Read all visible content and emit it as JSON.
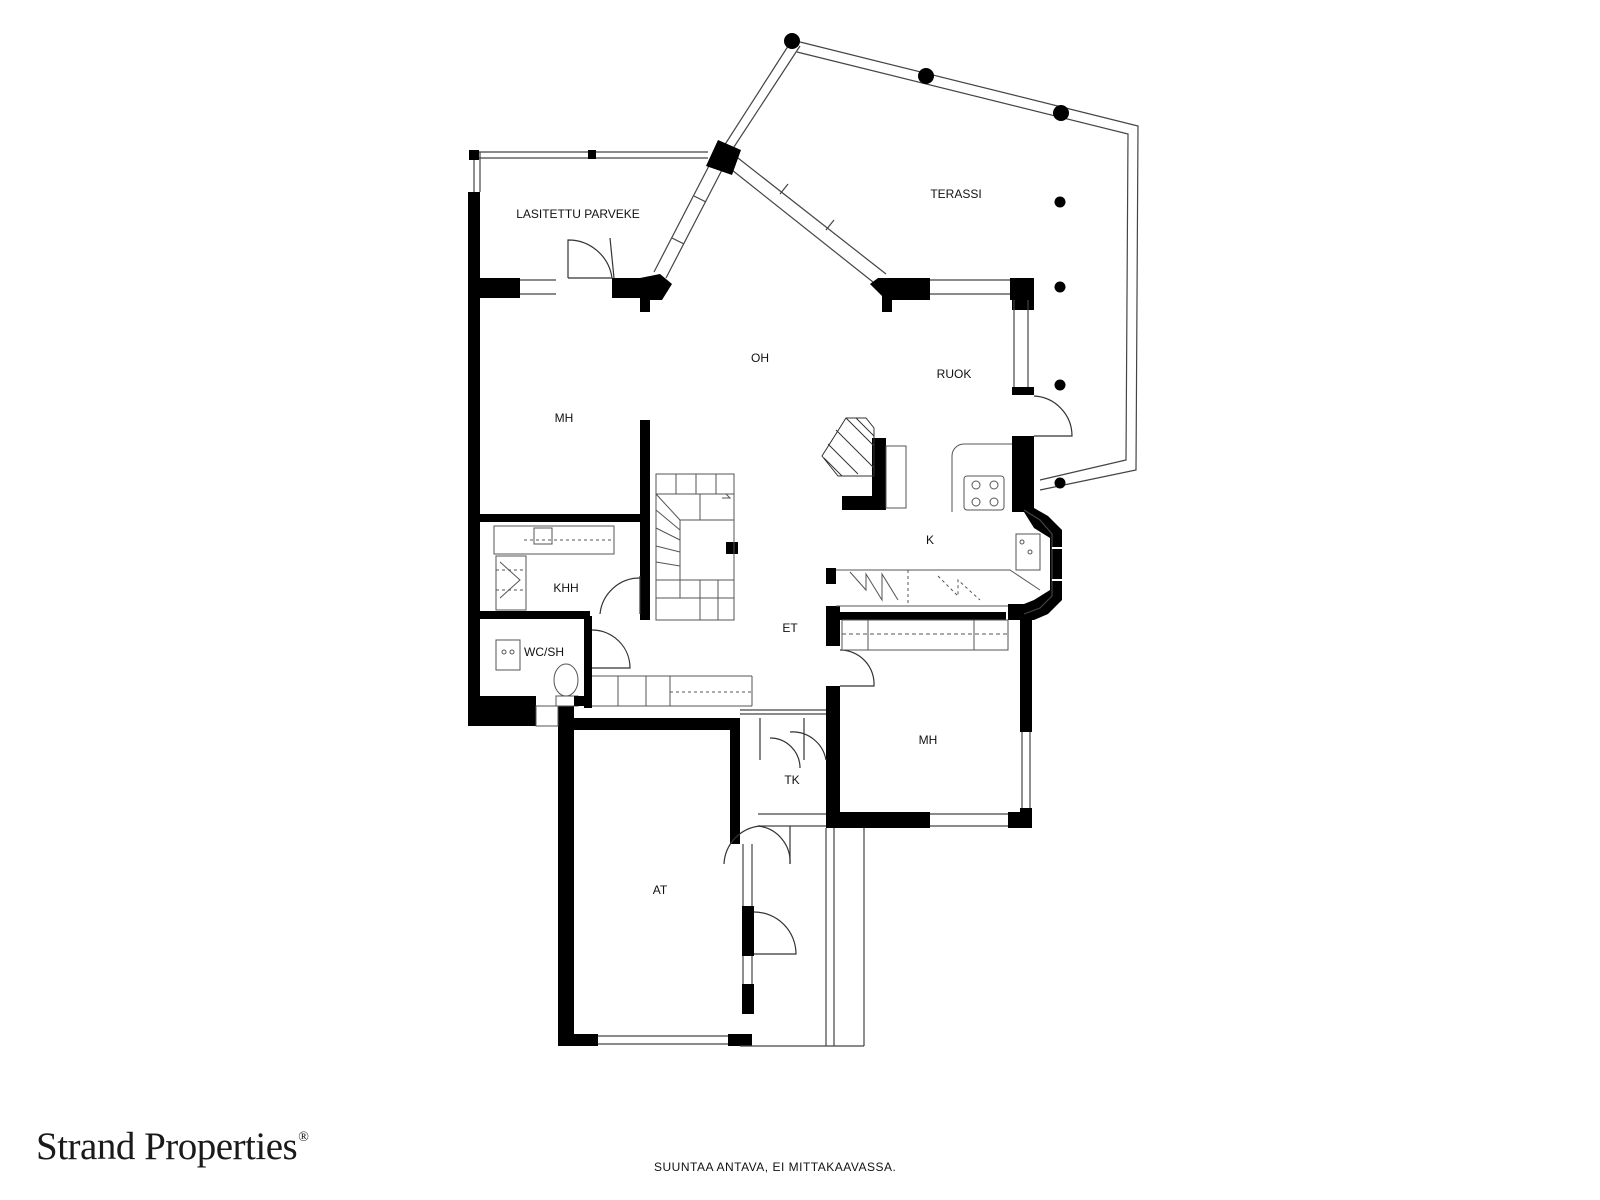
{
  "rooms": {
    "lasitettu_parveke": "LASITETTU PARVEKE",
    "terassi": "TERASSI",
    "oh": "OH",
    "ruok": "RUOK",
    "mh_1": "MH",
    "k": "K",
    "khh": "KHH",
    "wc_sh": "WC/SH",
    "et": "ET",
    "mh_2": "MH",
    "tk": "TK",
    "at": "AT"
  },
  "brand": {
    "name": "Strand Properties",
    "mark": "®"
  },
  "note": "SUUNTAA ANTAVA, EI MITTAKAAVASSA.",
  "colors": {
    "wall": "#000000",
    "background": "#ffffff",
    "line": "#555555"
  }
}
